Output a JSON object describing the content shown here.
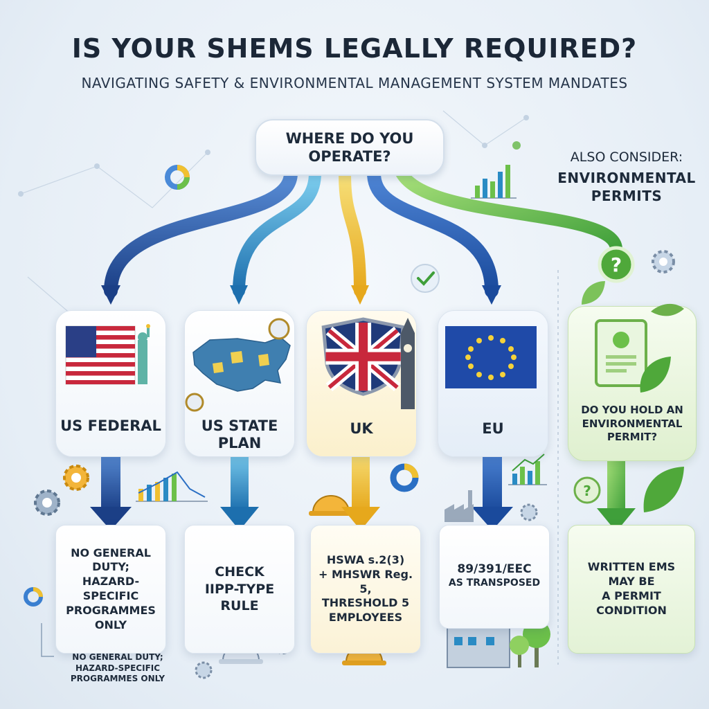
{
  "header": {
    "title": "IS YOUR SHEMS LEGALLY REQUIRED?",
    "subtitle": "NAVIGATING SAFETY & ENVIRONMENTAL MANAGEMENT SYSTEM MANDATES"
  },
  "question": {
    "line1": "WHERE DO YOU",
    "line2": "OPERATE?"
  },
  "also_consider": {
    "label": "ALSO CONSIDER:",
    "line1": "ENVIRONMENTAL",
    "line2": "PERMITS"
  },
  "regions": [
    {
      "id": "us-federal",
      "label_line1": "US FEDERAL",
      "label_line2": ""
    },
    {
      "id": "us-state",
      "label_line1": "US STATE",
      "label_line2": "PLAN"
    },
    {
      "id": "uk",
      "label_line1": "UK",
      "label_line2": ""
    },
    {
      "id": "eu",
      "label_line1": "EU",
      "label_line2": ""
    }
  ],
  "permit_question": {
    "line1": "DO YOU HOLD AN",
    "line2": "ENVIRONMENTAL",
    "line3": "PERMIT?"
  },
  "results": [
    {
      "line1": "NO GENERAL",
      "line2": "DUTY;",
      "line3": "HAZARD-SPECIFIC",
      "line4": "PROGRAMMES",
      "line5": "ONLY"
    },
    {
      "line1": "CHECK",
      "line2": "IIPP-TYPE",
      "line3": "RULE",
      "line4": "",
      "line5": ""
    },
    {
      "line1": "HSWA s.2(3)",
      "line2": "+ MHSWR Reg. 5,",
      "line3": "THRESHOLD 5",
      "line4": "EMPLOYEES",
      "line5": ""
    },
    {
      "line1": "89/391/EEC",
      "line2": "AS TRANSPOSED",
      "line3": "",
      "line4": "",
      "line5": ""
    },
    {
      "line1": "WRITTEN EMS",
      "line2": "MAY BE",
      "line3": "A PERMIT",
      "line4": "CONDITION",
      "line5": ""
    }
  ],
  "footnote": {
    "line1": "NO GENERAL DUTY;",
    "line2": "HAZARD-SPECIFIC",
    "line3": "PROGRAMMES ONLY"
  },
  "colors": {
    "us_federal": "#1f4f9c",
    "us_state": "#2a8bc4",
    "uk": "#f0c030",
    "eu": "#2563b8",
    "permit": "#6cc04a"
  }
}
